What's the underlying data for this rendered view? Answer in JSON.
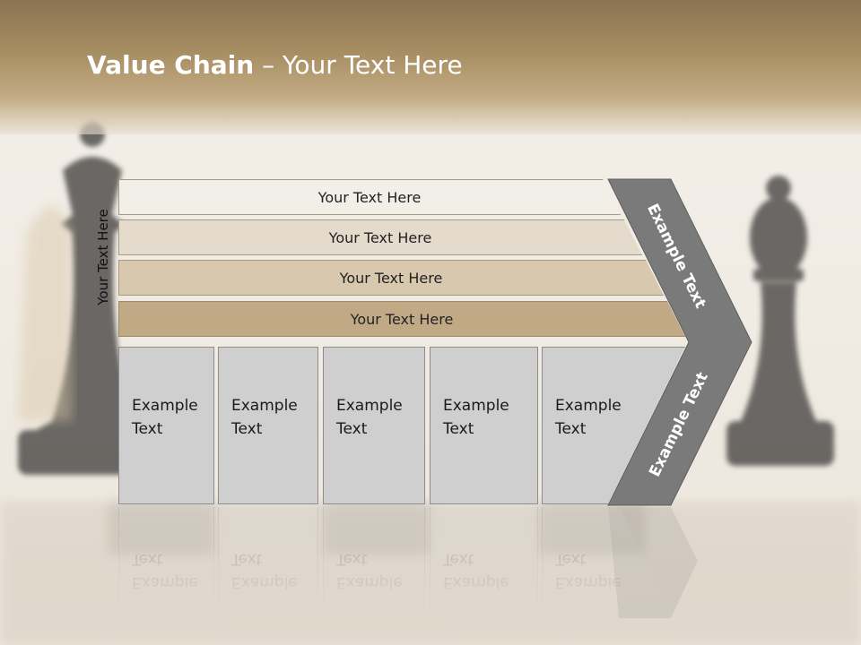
{
  "slide": {
    "title_bold": "Value Chain",
    "title_rest": " – Your Text Here",
    "side_label": "Your Text Here"
  },
  "bands": [
    {
      "label": "Your Text Here",
      "color": "#f2eee8"
    },
    {
      "label": "Your Text Here",
      "color": "#e5dbcc"
    },
    {
      "label": "Your Text Here",
      "color": "#d8c8ad"
    },
    {
      "label": "Your Text Here",
      "color": "#c2a986"
    }
  ],
  "boxes": [
    {
      "line1": "Example",
      "line2": "Text"
    },
    {
      "line1": "Example",
      "line2": "Text"
    },
    {
      "line1": "Example",
      "line2": "Text"
    },
    {
      "line1": "Example",
      "line2": "Text"
    },
    {
      "line1": "Example",
      "line2": "Text"
    }
  ],
  "arrow": {
    "upper_label": "Example Text",
    "lower_label": "Example Text",
    "color": "#7a7a7a"
  }
}
